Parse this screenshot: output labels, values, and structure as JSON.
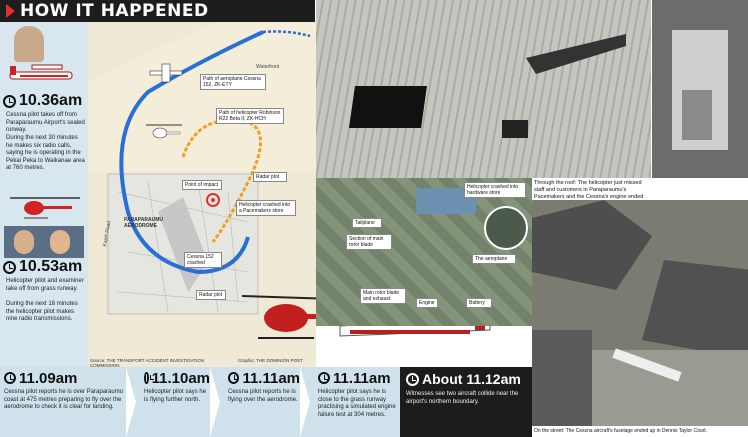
{
  "header": {
    "title": "HOW IT HAPPENED"
  },
  "left": {
    "t1": "10.36am",
    "t1_desc_a": "Cessna pilot takes off from Paraparaumu Airport's sealed runway.",
    "t1_desc_b": "During the next 30 minutes he makes six radio calls, saying he is operating in the Pekai Peka to Waikanae area at 760 metres.",
    "t2": "10.53am",
    "t2_desc_a": "Helicopter pilot and examiner take off from grass runway.",
    "t2_desc_b": "During the next 16 minutes the helicopter pilot makes nine radio transmissions."
  },
  "map": {
    "path_plane": "Path of aeroplane Cessna 152, ZK-ETY",
    "path_heli": "Path of helicopter Robinson R22 Beta II, ZK-HCH",
    "point_impact": "Point of impact",
    "radar_plot_1": "Radar plot",
    "radar_plot_2": "Radar plot",
    "airport": "PARAPARAUMU AERODROME",
    "heli_crashed": "Helicopter crashed into a Pacemakers store",
    "cessna_crashed": "Cessna 152 crashed",
    "kapiti_road": "Kapiti Road",
    "waterfront": "Waterfront",
    "source": "Source: THE TRANSPORT ACCIDENT INVESTIGATION COMMISSION",
    "graphic": "Graphic: THE DOMINION POST"
  },
  "aerial": {
    "heli_store": "Helicopter crashed into hardware store",
    "tailplane": "Tailplane",
    "section_rotor": "Section of main rotor blade",
    "aeroplane": "The aeroplane",
    "main_rotor": "Main rotor blade and exhaust",
    "engine": "Engine",
    "battery": "Battery"
  },
  "captions": {
    "roof": "Through the roof: The helicopter just missed staff and customers in Paraparaumu's Pacemakers and the Cessna's engine ended up in a house carport.",
    "street": "On the street: The Cessna aircraft's fuselage ended up in Dennis Taylor Court."
  },
  "timeline": [
    {
      "time": "11.09am",
      "desc": "Cessna pilot reports he is over Paraparaumu coast at 475 metres preparing to fly over the aerodrome to check it is clear for landing."
    },
    {
      "time": "11.10am",
      "desc": "Helicopter pilot says he is flying further north."
    },
    {
      "time": "11.11am",
      "desc": "Cessna pilot reports he is flying over the aerodrome."
    },
    {
      "time": "11.11am",
      "desc": "Helicopter pilot says he is close to the grass runway practising a simulated engine failure test at 304 metres."
    }
  ],
  "about": {
    "time": "About 11.12am",
    "desc": "Witnesses see two aircraft collide near the airport's northern boundary."
  },
  "colors": {
    "accent": "#e63025",
    "flight_path": "#2a6fd6",
    "heli_path": "#f0a01e",
    "panel": "#d7e6ef"
  }
}
